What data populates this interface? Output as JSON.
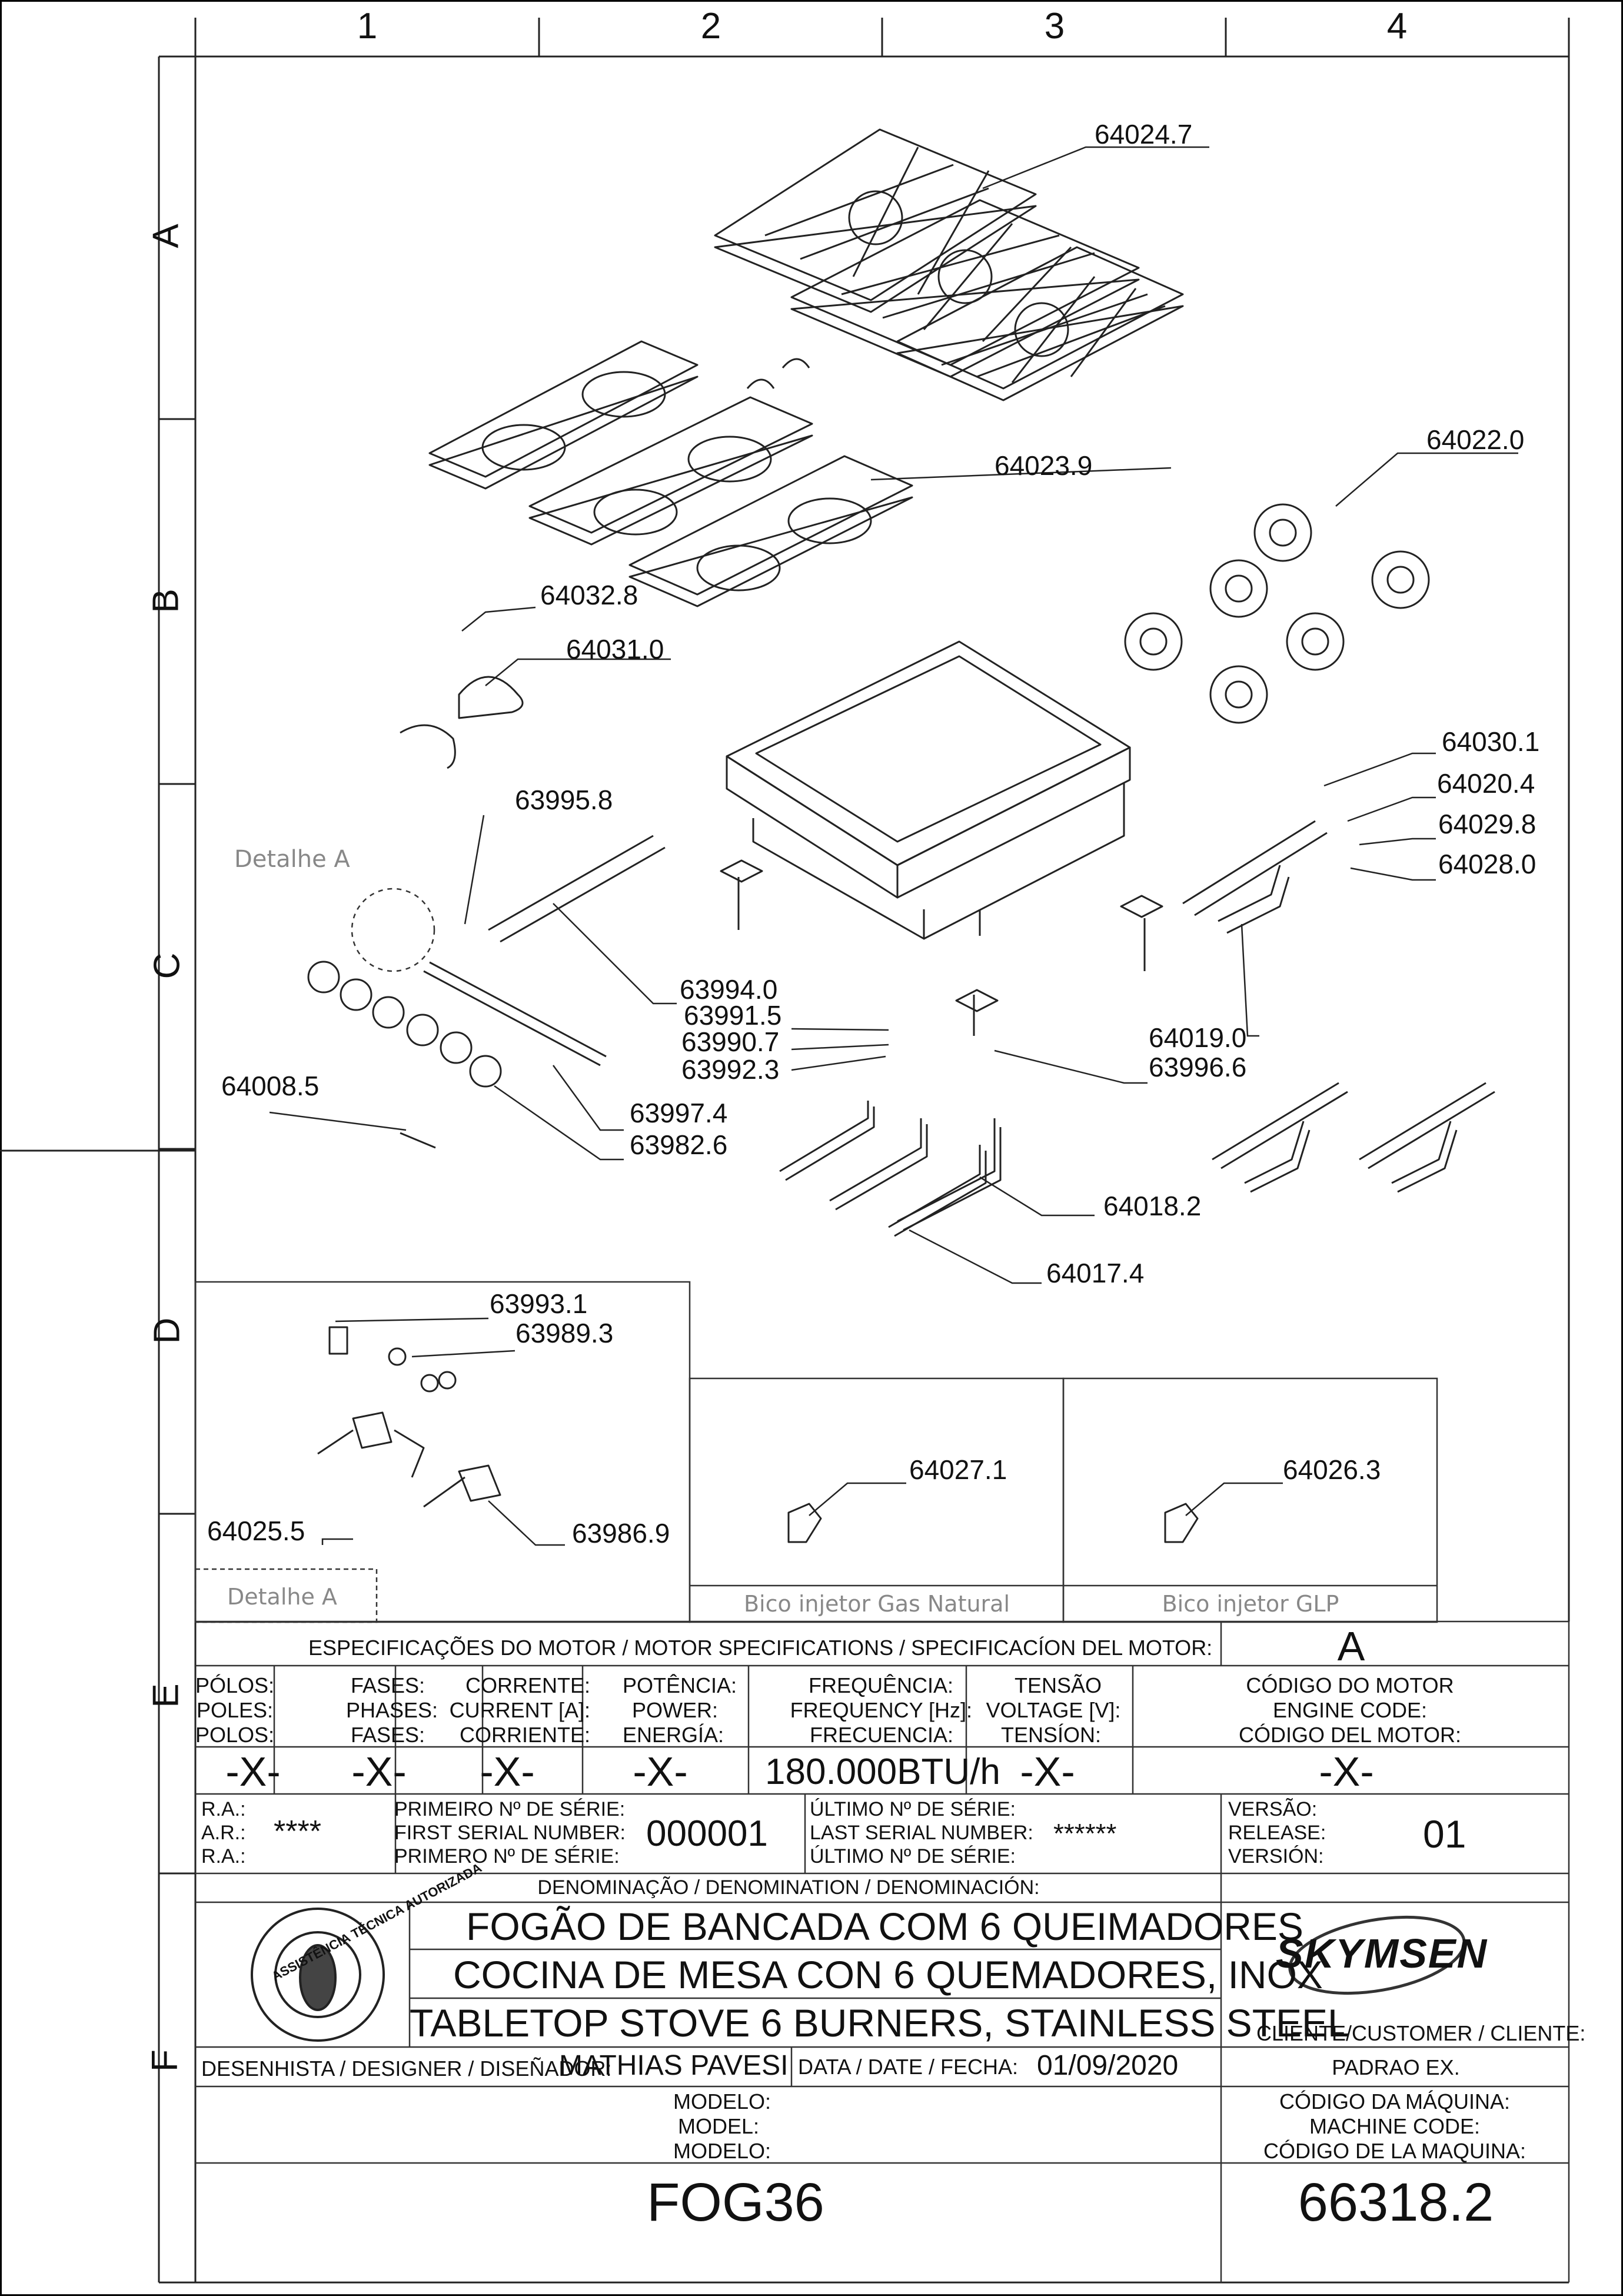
{
  "grid": {
    "columns": [
      "1",
      "2",
      "3",
      "4"
    ],
    "rows": [
      "A",
      "B",
      "C",
      "D",
      "E",
      "F"
    ]
  },
  "parts": {
    "p64024_7": "64024.7",
    "p64023_9": "64023.9",
    "p64022_0": "64022.0",
    "p64032_8": "64032.8",
    "p64031_0": "64031.0",
    "p63995_8": "63995.8",
    "p64030_1": "64030.1",
    "p64020_4": "64020.4",
    "p64029_8": "64029.8",
    "p64028_0": "64028.0",
    "p63994_0": "63994.0",
    "p63991_5": "63991.5",
    "p63990_7": "63990.7",
    "p63992_3": "63992.3",
    "p64019_0": "64019.0",
    "p63996_6": "63996.6",
    "p64008_5": "64008.5",
    "p63997_4": "63997.4",
    "p63982_6": "63982.6",
    "p64018_2": "64018.2",
    "p64017_4": "64017.4",
    "p63993_1": "63993.1",
    "p63989_3": "63989.3",
    "p64025_5": "64025.5",
    "p63986_9": "63986.9",
    "p64027_1": "64027.1",
    "p64026_3": "64026.3"
  },
  "captions": {
    "detail_a_callout": "Detalhe A",
    "detail_a_box": "Detalhe A",
    "nozzle_natural": "Bico injetor Gas Natural",
    "nozzle_glp": "Bico injetor GLP"
  },
  "specs": {
    "header": "ESPECIFICAÇÕES DO MOTOR / MOTOR SPECIFICATIONS / SPECIFICACÍON DEL MOTOR:",
    "revision": "A",
    "poles": [
      "PÓLOS:",
      "POLES:",
      "POLOS:"
    ],
    "phases": [
      "FASES:",
      "PHASES:",
      "FASES:"
    ],
    "current": [
      "CORRENTE:",
      "CURRENT [A]:",
      "CORRIENTE:"
    ],
    "power": [
      "POTÊNCIA:",
      "POWER:",
      "ENERGÍA:"
    ],
    "frequency": [
      "FREQUÊNCIA:",
      "FREQUENCY [Hz]:",
      "FRECUENCIA:"
    ],
    "voltage": [
      "TENSÃO",
      "VOLTAGE [V]:",
      "TENSÍON:"
    ],
    "engine_code": [
      "CÓDIGO DO MOTOR",
      "ENGINE CODE:",
      "CÓDIGO DEL MOTOR:"
    ],
    "v_poles": "-X-",
    "v_phases": "-X-",
    "v_current": "-X-",
    "v_power": "-X-",
    "v_frequency": "180.000BTU/h",
    "v_voltage": "-X-",
    "v_engine_code": "-X-"
  },
  "serials": {
    "ra": [
      "R.A.:",
      "A.R.:",
      "R.A.:"
    ],
    "ra_value": "****",
    "first": [
      "PRIMEIRO Nº DE SÉRIE:",
      "FIRST SERIAL NUMBER:",
      "PRIMERO Nº DE SÉRIE:"
    ],
    "first_value": "000001",
    "last": [
      "ÚLTIMO Nº DE SÉRIE:",
      "LAST SERIAL NUMBER:",
      "ÚLTIMO Nº DE SÉRIE:"
    ],
    "last_value": "******",
    "version": [
      "VERSÃO:",
      "RELEASE:",
      "VERSIÓN:"
    ],
    "version_value": "01"
  },
  "title": {
    "denomination_label": "DENOMINAÇÃO / DENOMINATION / DENOMINACIÓN:",
    "line_pt": "FOGÃO DE BANCADA COM 6 QUEIMADORES",
    "line_es": "COCINA DE MESA CON 6 QUEMADORES, INOX",
    "line_en": "TABLETOP STOVE 6 BURNERS, STAINLESS STEEL",
    "seal_top": "ASSISTÊNCIA TÉCNICA AUTORIZADA",
    "brand": "SKYMSEN",
    "client_label": "CLIENTE/CUSTOMER / CLIENTE:",
    "client_value": "PADRAO EX.",
    "designer_label": "DESENHISTA / DESIGNER / DISEÑADOR:",
    "designer_value": "MATHIAS PAVESI",
    "date_label": "DATA / DATE / FECHA:",
    "date_value": "01/09/2020",
    "model_label": [
      "MODELO:",
      "MODEL:",
      "MODELO:"
    ],
    "model_value": "FOG36",
    "machine_code_label": [
      "CÓDIGO DA MÁQUINA:",
      "MACHINE CODE:",
      "CÓDIGO DE LA MAQUINA:"
    ],
    "machine_code_value": "66318.2"
  }
}
